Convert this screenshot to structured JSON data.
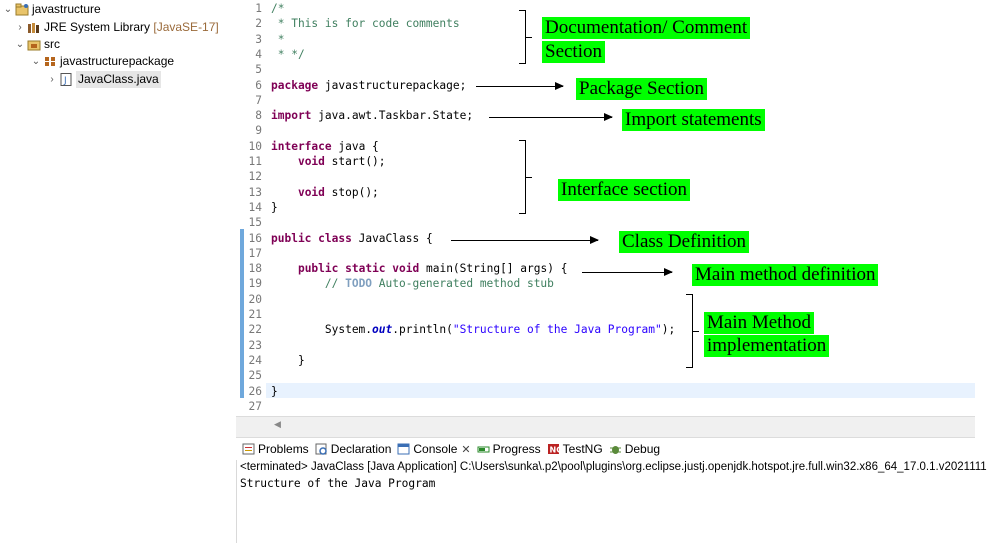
{
  "tree": {
    "project": "javastructure",
    "jre": "JRE System Library",
    "jre_version": "[JavaSE-17]",
    "src": "src",
    "package": "javastructurepackage",
    "file": "JavaClass.java"
  },
  "code_lines": [
    {
      "n": "1",
      "text": "/*",
      "cls": "cm"
    },
    {
      "n": "2",
      "text": " * This is for code comments",
      "cls": "cm"
    },
    {
      "n": "3",
      "text": " *",
      "cls": "cm"
    },
    {
      "n": "4",
      "text": " * */",
      "cls": "cm"
    },
    {
      "n": "5",
      "text": ""
    },
    {
      "n": "6",
      "text": "package javastructurepackage;"
    },
    {
      "n": "7",
      "text": ""
    },
    {
      "n": "8",
      "text": "import java.awt.Taskbar.State;"
    },
    {
      "n": "9",
      "text": ""
    },
    {
      "n": "10",
      "text": "interface java {"
    },
    {
      "n": "11",
      "text": "    void start();"
    },
    {
      "n": "12",
      "text": ""
    },
    {
      "n": "13",
      "text": "    void stop();"
    },
    {
      "n": "14",
      "text": "}"
    },
    {
      "n": "15",
      "text": ""
    },
    {
      "n": "16",
      "text": "public class JavaClass {"
    },
    {
      "n": "17",
      "text": ""
    },
    {
      "n": "18",
      "text": "    public static void main(String[] args) {"
    },
    {
      "n": "19",
      "text": "        // TODO Auto-generated method stub"
    },
    {
      "n": "20",
      "text": ""
    },
    {
      "n": "21",
      "text": ""
    },
    {
      "n": "22",
      "text": "        System.out.println(\"Structure of the Java Program\");"
    },
    {
      "n": "23",
      "text": ""
    },
    {
      "n": "24",
      "text": "    }"
    },
    {
      "n": "25",
      "text": ""
    },
    {
      "n": "26",
      "text": "}"
    },
    {
      "n": "27",
      "text": ""
    }
  ],
  "annotations": {
    "doc": "Documentation/ Comment",
    "doc2": "Section",
    "package": "Package Section",
    "import": "Import statements",
    "interface": "Interface  section",
    "class": "Class Definition",
    "main": "Main method definition",
    "impl": "Main Method",
    "impl2": "implementation"
  },
  "tabs": {
    "problems": "Problems",
    "declaration": "Declaration",
    "console": "Console",
    "close": "✕",
    "progress": "Progress",
    "testng": "TestNG",
    "debug": "Debug"
  },
  "console": {
    "terminated": "<terminated> JavaClass [Java Application] C:\\Users\\sunka\\.p2\\pool\\plugins\\org.eclipse.justj.openjdk.hotspot.jre.full.win32.x86_64_17.0.1.v2021111",
    "output": "Structure of the Java Program"
  },
  "colors": {
    "annotation_bg": "#00ff00",
    "keyword": "#7f0055",
    "comment": "#3f7f5f",
    "string": "#2a00ff"
  }
}
